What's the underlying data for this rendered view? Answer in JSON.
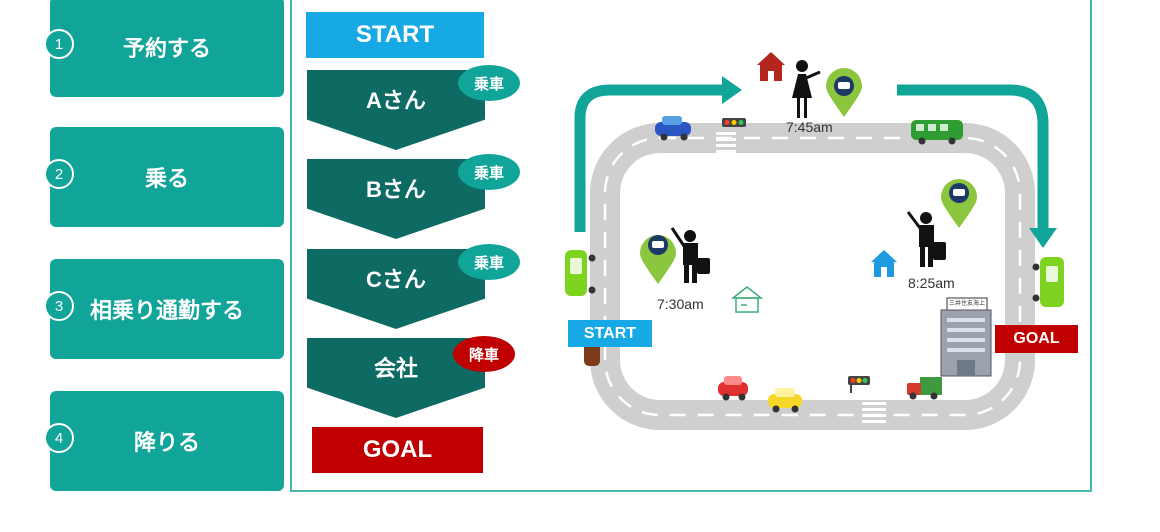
{
  "steps": [
    {
      "num": "1",
      "label": "予約する"
    },
    {
      "num": "2",
      "label": "乗る"
    },
    {
      "num": "3",
      "label": "相乗り通勤する"
    },
    {
      "num": "4",
      "label": "降りる"
    }
  ],
  "flow": {
    "start": "START",
    "stops": [
      {
        "name": "Aさん",
        "badge": "乗車"
      },
      {
        "name": "Bさん",
        "badge": "乗車"
      },
      {
        "name": "Cさん",
        "badge": "乗車"
      },
      {
        "name": "会社",
        "badge": "降車"
      }
    ],
    "goal": "GOAL"
  },
  "map": {
    "start": "START",
    "goal": "GOAL",
    "times": [
      "7:45am",
      "7:30am",
      "8:25am"
    ],
    "building_sign": "三井住友海上",
    "colors": {
      "teal": "#11a499",
      "dark_teal": "#0d6b63",
      "start_blue": "#17a8e6",
      "goal_red": "#c00000"
    }
  }
}
